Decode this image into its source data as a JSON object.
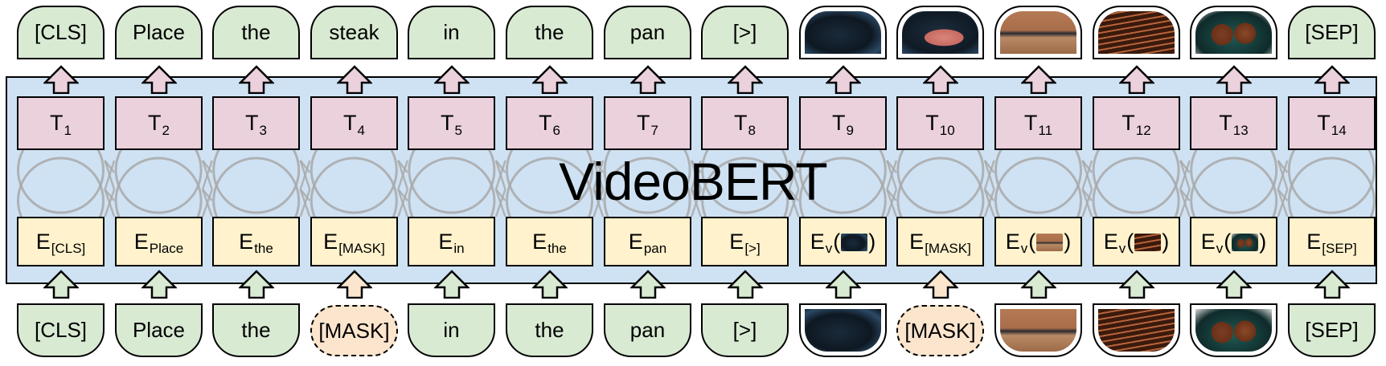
{
  "diagram": {
    "title": "VideoBERT",
    "colors": {
      "panel": "#cfe2f3",
      "output_box": "#ead1dc",
      "embedding_box": "#fff2cc",
      "text_token": "#d9ead3",
      "mask_token": "#fce5cd",
      "network_lines": "#a6a6a6"
    },
    "outputs_top": [
      {
        "type": "text",
        "label": "[CLS]"
      },
      {
        "type": "text",
        "label": "Place"
      },
      {
        "type": "text",
        "label": "the"
      },
      {
        "type": "text",
        "label": "steak"
      },
      {
        "type": "text",
        "label": "in"
      },
      {
        "type": "text",
        "label": "the"
      },
      {
        "type": "text",
        "label": "pan"
      },
      {
        "type": "text",
        "label": "[>]"
      },
      {
        "type": "image",
        "label": "empty-pan-frame"
      },
      {
        "type": "image",
        "label": "raw-steak-in-pan-frame"
      },
      {
        "type": "image",
        "label": "seared-steaks-frame"
      },
      {
        "type": "image",
        "label": "oven-frame"
      },
      {
        "type": "image",
        "label": "buttered-steaks-frame"
      },
      {
        "type": "text",
        "label": "[SEP]"
      }
    ],
    "transformer_outputs": [
      {
        "main": "T",
        "sub": "1"
      },
      {
        "main": "T",
        "sub": "2"
      },
      {
        "main": "T",
        "sub": "3"
      },
      {
        "main": "T",
        "sub": "4"
      },
      {
        "main": "T",
        "sub": "5"
      },
      {
        "main": "T",
        "sub": "6"
      },
      {
        "main": "T",
        "sub": "7"
      },
      {
        "main": "T",
        "sub": "8"
      },
      {
        "main": "T",
        "sub": "9"
      },
      {
        "main": "T",
        "sub": "10"
      },
      {
        "main": "T",
        "sub": "11"
      },
      {
        "main": "T",
        "sub": "12"
      },
      {
        "main": "T",
        "sub": "13"
      },
      {
        "main": "T",
        "sub": "14"
      }
    ],
    "embeddings": [
      {
        "main": "E",
        "sub": "[CLS]"
      },
      {
        "main": "E",
        "sub": "Place"
      },
      {
        "main": "E",
        "sub": "the"
      },
      {
        "main": "E",
        "sub": "[MASK]"
      },
      {
        "main": "E",
        "sub": "in"
      },
      {
        "main": "E",
        "sub": "the"
      },
      {
        "main": "E",
        "sub": "pan"
      },
      {
        "main": "E",
        "sub": "[>]"
      },
      {
        "main": "E",
        "sub": "v",
        "visual": "empty-pan-frame"
      },
      {
        "main": "E",
        "sub": "[MASK]"
      },
      {
        "main": "E",
        "sub": "v",
        "visual": "seared-steaks-frame"
      },
      {
        "main": "E",
        "sub": "v",
        "visual": "oven-frame"
      },
      {
        "main": "E",
        "sub": "v",
        "visual": "buttered-steaks-frame"
      },
      {
        "main": "E",
        "sub": "[SEP]"
      }
    ],
    "inputs_bottom": [
      {
        "type": "text",
        "label": "[CLS]"
      },
      {
        "type": "text",
        "label": "Place"
      },
      {
        "type": "text",
        "label": "the"
      },
      {
        "type": "mask",
        "label": "[MASK]"
      },
      {
        "type": "text",
        "label": "in"
      },
      {
        "type": "text",
        "label": "the"
      },
      {
        "type": "text",
        "label": "pan"
      },
      {
        "type": "text",
        "label": "[>]"
      },
      {
        "type": "image",
        "label": "empty-pan-frame"
      },
      {
        "type": "mask",
        "label": "[MASK]"
      },
      {
        "type": "image",
        "label": "seared-steaks-frame"
      },
      {
        "type": "image",
        "label": "oven-frame"
      },
      {
        "type": "image",
        "label": "buttered-steaks-frame"
      },
      {
        "type": "text",
        "label": "[SEP]"
      }
    ]
  }
}
